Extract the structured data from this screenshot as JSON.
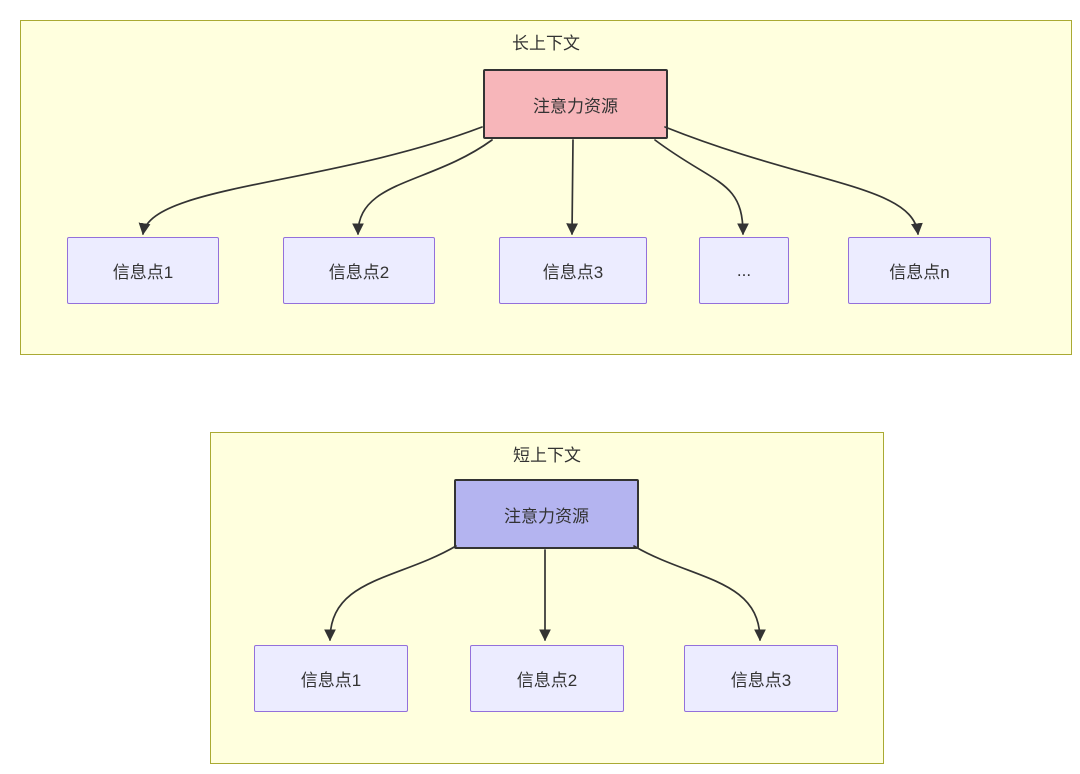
{
  "long_context": {
    "title": "长上下文",
    "attention_label": "注意力资源",
    "info_points": [
      "信息点1",
      "信息点2",
      "信息点3",
      "...",
      "信息点n"
    ]
  },
  "short_context": {
    "title": "短上下文",
    "attention_label": "注意力资源",
    "info_points": [
      "信息点1",
      "信息点2",
      "信息点3"
    ]
  },
  "colors": {
    "panel_fill": "#ffffde",
    "panel_border": "#aaaa33",
    "attention_long_fill": "#f7b6ba",
    "attention_short_fill": "#b4b4f0",
    "info_node_fill": "#ececff",
    "info_node_border": "#9370db",
    "text": "#333333",
    "arrow": "#333333"
  }
}
